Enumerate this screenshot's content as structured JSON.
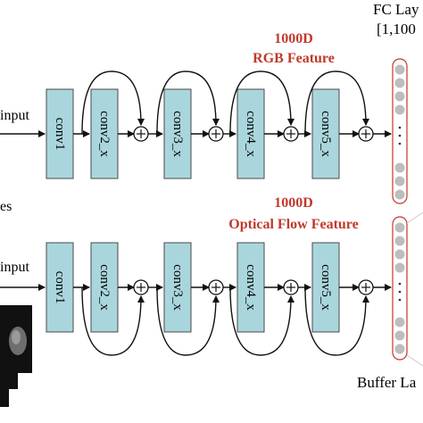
{
  "top_stream": {
    "dim_label": "1000D",
    "feature_label": "RGB Feature",
    "input_label": "input",
    "blocks": [
      "conv1",
      "conv2_x",
      "conv3_x",
      "conv4_x",
      "conv5_x"
    ]
  },
  "bottom_stream": {
    "dim_label": "1000D",
    "feature_label": "Optical Flow Feature",
    "input_label": "input",
    "blocks": [
      "conv1",
      "conv2_x",
      "conv3_x",
      "conv4_x",
      "conv5_x"
    ]
  },
  "fc_layer": {
    "title": "FC Lay",
    "dims": "[1,100"
  },
  "buffer_layer": {
    "title": "Buffer La"
  },
  "left_cut_text": "es",
  "colors": {
    "block_fill": "#a9d6dc",
    "block_stroke": "#4a4a4a",
    "accent_red": "#c0392b",
    "node_fill": "#bdbdbd"
  }
}
